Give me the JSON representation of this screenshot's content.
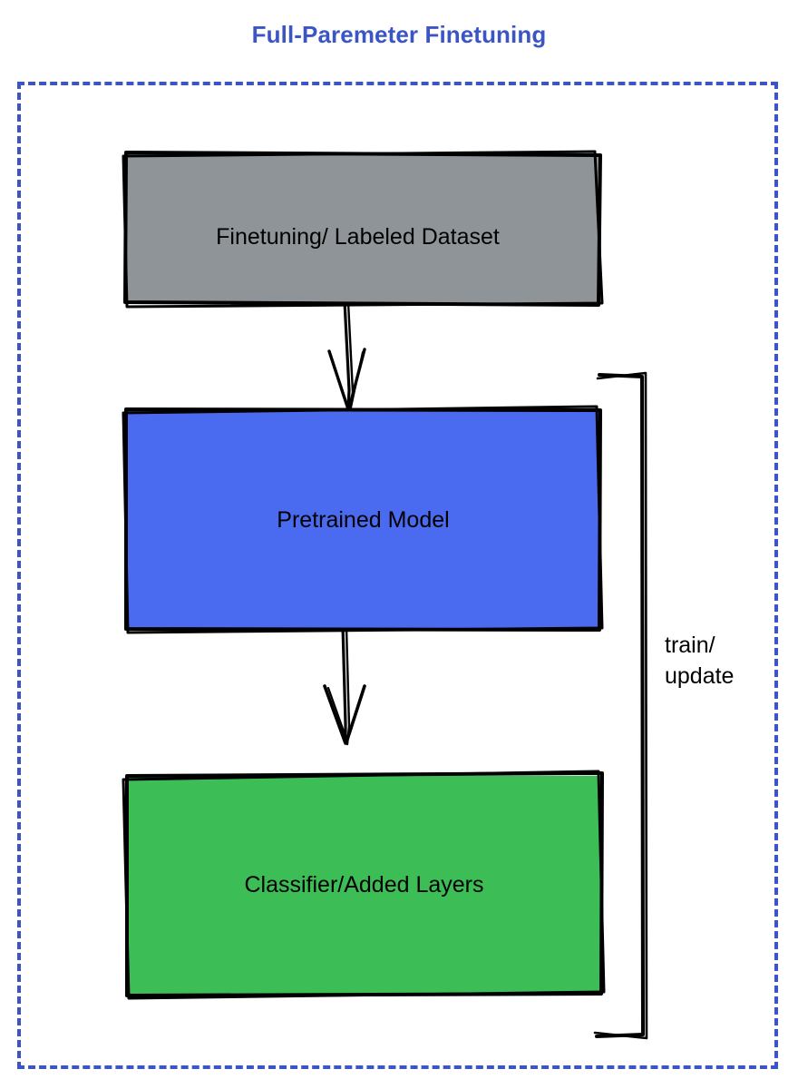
{
  "diagram": {
    "title": "Full-Paremeter Finetuning",
    "title_color": "#3b56c4",
    "frame": {
      "style": "dashed",
      "color": "#3b56c4"
    },
    "nodes": [
      {
        "id": "dataset",
        "label": "Finetuning/ Labeled Dataset",
        "fill_color": "#8f9499",
        "stroke_color": "#000000",
        "shape": "rectangle",
        "style": "hand-drawn"
      },
      {
        "id": "pretrained",
        "label": "Pretrained Model",
        "fill_color": "#4a6bef",
        "stroke_color": "#000000",
        "shape": "rectangle",
        "style": "hand-drawn"
      },
      {
        "id": "classifier",
        "label": "Classifier/Added Layers",
        "fill_color": "#3dbd55",
        "stroke_color": "#000000",
        "shape": "rectangle",
        "style": "hand-drawn"
      }
    ],
    "edges": [
      {
        "id": "dataset-to-pretrained",
        "from": "dataset",
        "to": "pretrained",
        "label": "",
        "arrow": "down",
        "color": "#000000"
      },
      {
        "id": "pretrained-to-classifier",
        "from": "pretrained",
        "to": "classifier",
        "label": "",
        "arrow": "down",
        "color": "#000000"
      },
      {
        "id": "feedback-bracket",
        "from": "classifier",
        "to": "pretrained",
        "label": "train/\nupdate",
        "arrow": "none",
        "color": "#000000"
      }
    ]
  }
}
